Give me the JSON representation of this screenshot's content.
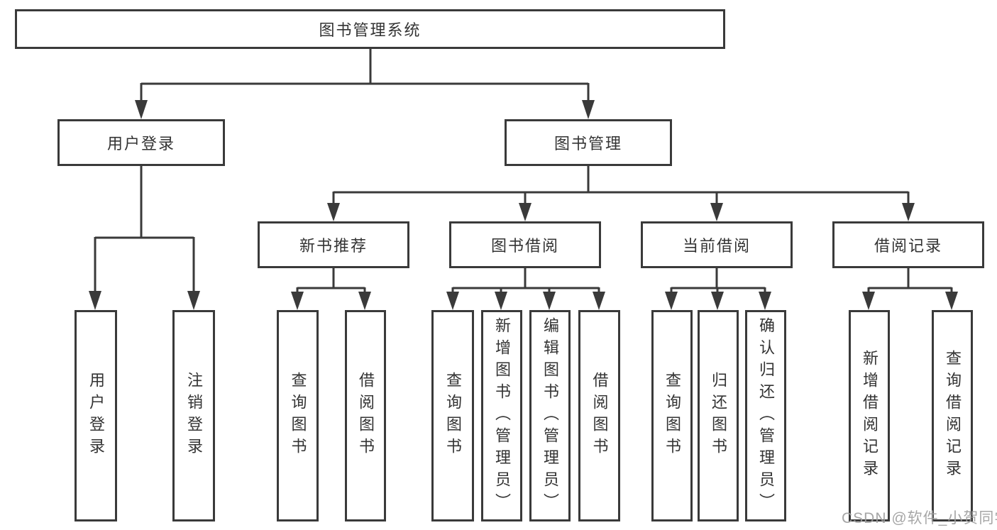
{
  "diagram": {
    "root_label": "图书管理系统",
    "level2": [
      {
        "label": "用户登录"
      },
      {
        "label": "图书管理"
      }
    ],
    "level3": [
      {
        "label": "新书推荐"
      },
      {
        "label": "图书借阅"
      },
      {
        "label": "当前借阅"
      },
      {
        "label": "借阅记录"
      }
    ],
    "leaves": {
      "user_login": [
        "用户登录",
        "注销登录"
      ],
      "new_book": [
        "查询图书",
        "借阅图书"
      ],
      "book_borrow": [
        "查询图书",
        "新增图书（管理员）",
        "编辑图书（管理员）",
        "借阅图书"
      ],
      "current_borrow": [
        "查询图书",
        "归还图书",
        "确认归还（管理员）"
      ],
      "borrow_records": [
        "新增借阅记录",
        "查询借阅记录"
      ]
    },
    "watermark": "CSDN @软件_小贺同学",
    "colors": {
      "line": "#3a3a3a",
      "box_border": "#3a3a3a",
      "text": "#333333",
      "watermark": "#9e9e9e",
      "background": "#ffffff"
    }
  }
}
